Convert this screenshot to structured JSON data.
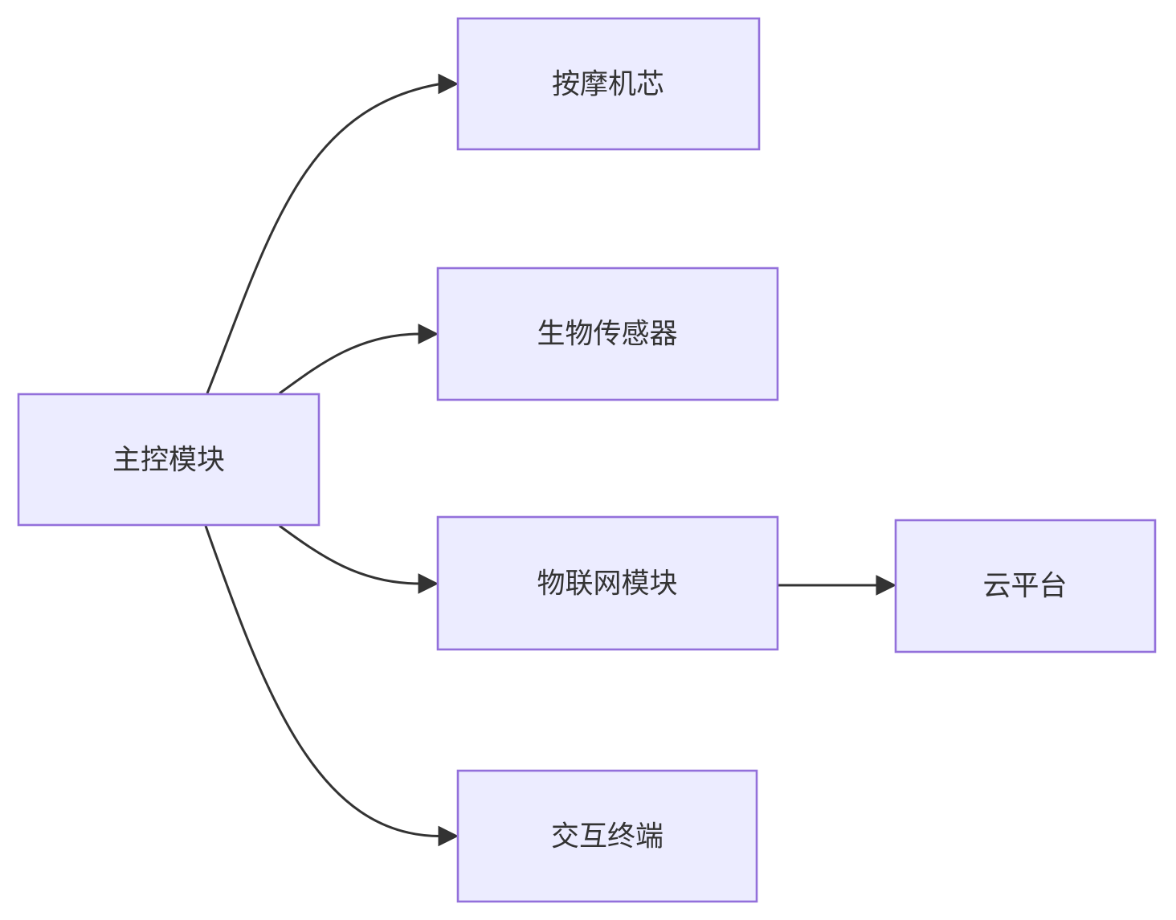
{
  "diagram": {
    "type": "flowchart",
    "direction": "left-to-right",
    "nodes": [
      {
        "id": "main",
        "label": "主控模块"
      },
      {
        "id": "massage",
        "label": "按摩机芯"
      },
      {
        "id": "biosensor",
        "label": "生物传感器"
      },
      {
        "id": "iot",
        "label": "物联网模块"
      },
      {
        "id": "cloud",
        "label": "云平台"
      },
      {
        "id": "terminal",
        "label": "交互终端"
      }
    ],
    "edges": [
      {
        "from": "主控模块",
        "to": "按摩机芯"
      },
      {
        "from": "主控模块",
        "to": "生物传感器"
      },
      {
        "from": "主控模块",
        "to": "物联网模块"
      },
      {
        "from": "主控模块",
        "to": "交互终端"
      },
      {
        "from": "物联网模块",
        "to": "云平台"
      }
    ],
    "colors": {
      "node_fill": "#ECECFF",
      "node_border": "#9370DB",
      "edge": "#333333",
      "text": "#333333",
      "background": "#FFFFFF"
    }
  }
}
